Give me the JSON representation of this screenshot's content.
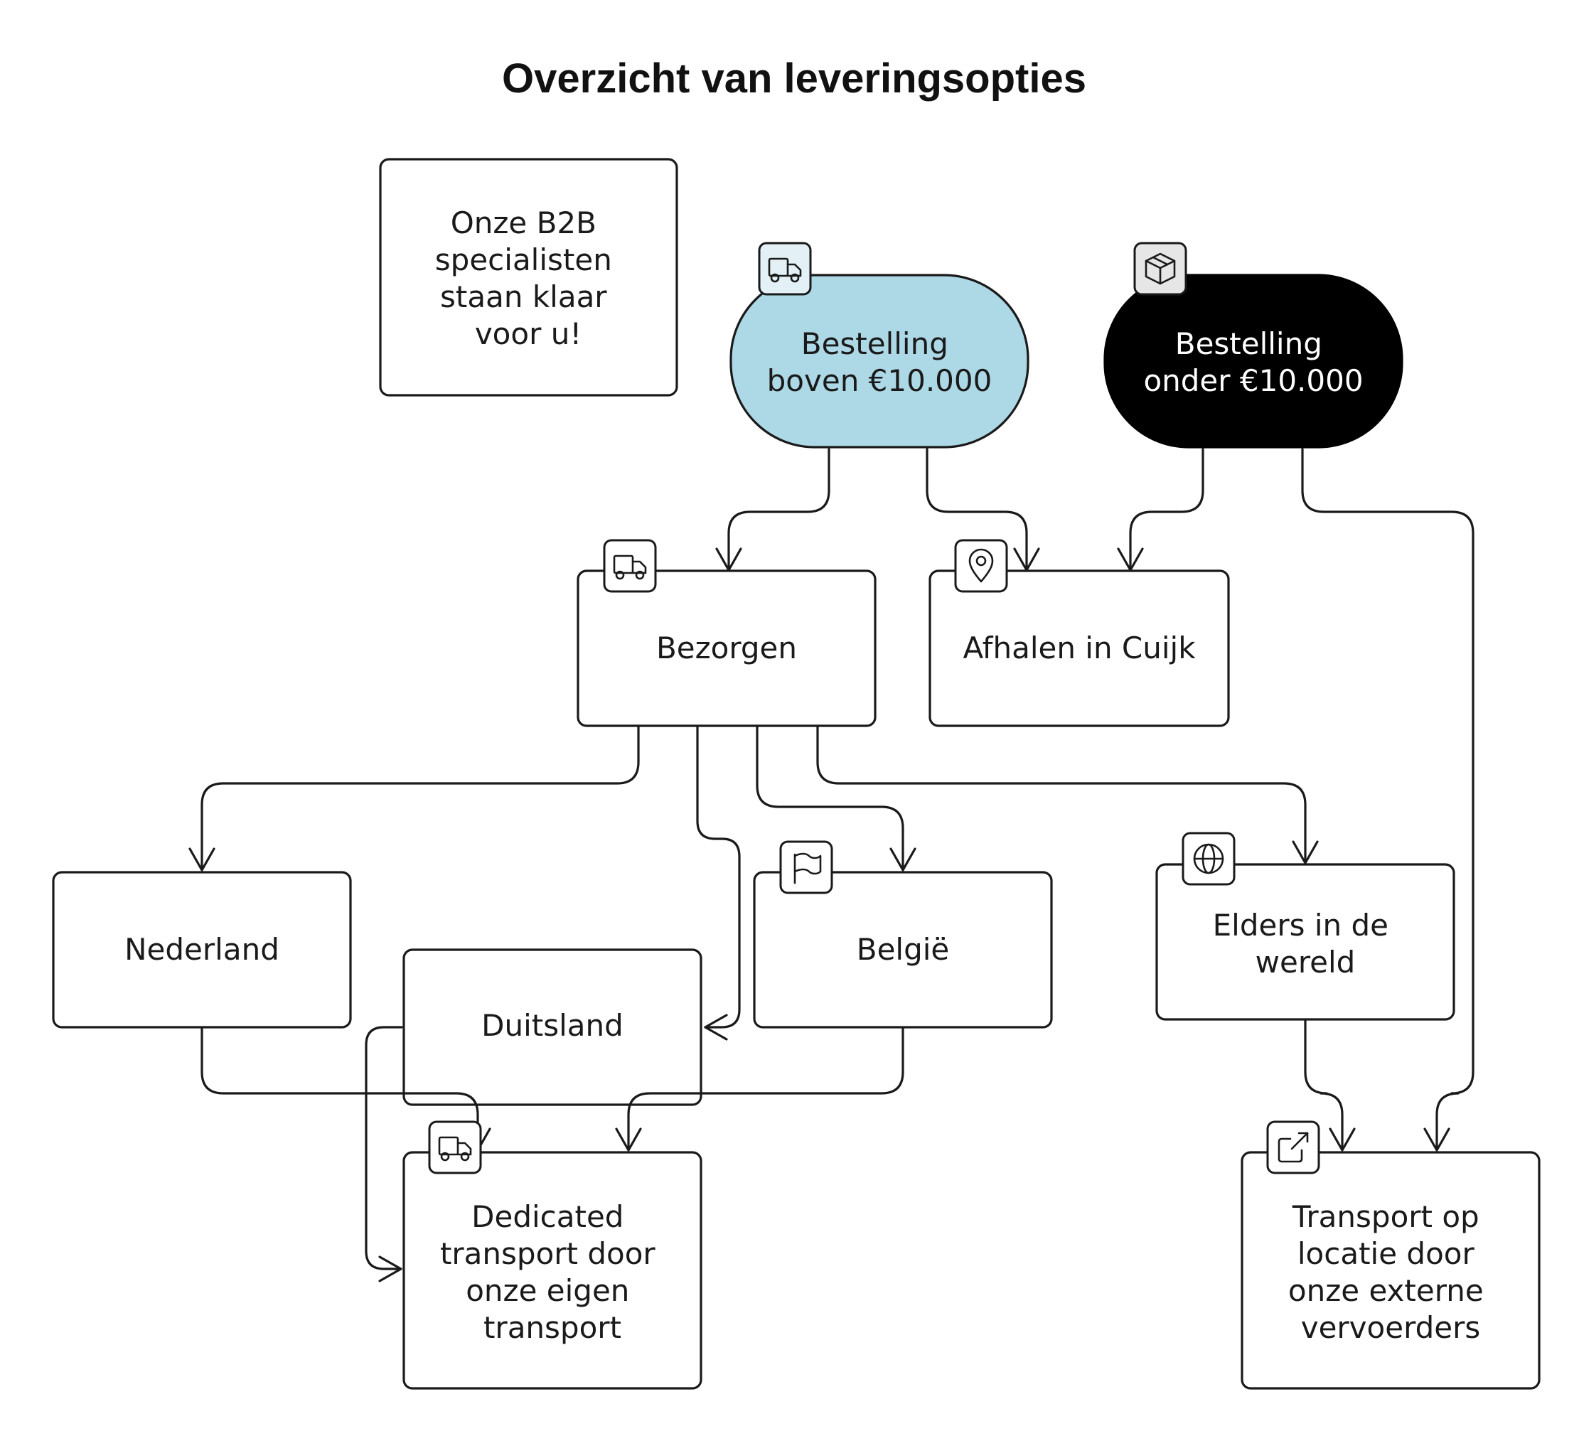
{
  "title": "Overzicht van leveringsopties",
  "colors": {
    "stroke": "#1a1a1a",
    "node_light_blue": "#add8e6",
    "node_black": "#000000",
    "background": "#ffffff"
  },
  "nodes": {
    "note": {
      "lines": [
        "Onze B2B",
        "specialisten",
        "staan klaar",
        "voor u!"
      ]
    },
    "above": {
      "lines": [
        "Bestelling",
        "boven €10.000"
      ],
      "icon": "truck-icon",
      "color": "#add8e6"
    },
    "below": {
      "lines": [
        "Bestelling",
        "onder €10.000"
      ],
      "icon": "package-icon",
      "color": "#000000"
    },
    "bezorgen": {
      "lines": [
        "Bezorgen"
      ],
      "icon": "truck-icon"
    },
    "afhalen": {
      "lines": [
        "Afhalen in Cuijk"
      ],
      "icon": "map-pin-icon"
    },
    "nederland": {
      "lines": [
        "Nederland"
      ]
    },
    "duitsland": {
      "lines": [
        "Duitsland"
      ]
    },
    "belgie": {
      "lines": [
        "België"
      ],
      "icon": "flag-icon"
    },
    "elders": {
      "lines": [
        "Elders in de",
        "wereld"
      ],
      "icon": "globe-icon"
    },
    "dedicated": {
      "lines": [
        "Dedicated",
        "transport door",
        "onze eigen",
        "transport"
      ],
      "icon": "truck-icon"
    },
    "extern": {
      "lines": [
        "Transport op",
        "locatie door",
        "onze externe",
        "vervoerders"
      ],
      "icon": "external-link-icon"
    }
  },
  "edges": [
    {
      "from": "above",
      "to": "bezorgen"
    },
    {
      "from": "above",
      "to": "afhalen"
    },
    {
      "from": "below",
      "to": "afhalen"
    },
    {
      "from": "below",
      "to": "extern"
    },
    {
      "from": "bezorgen",
      "to": "nederland"
    },
    {
      "from": "bezorgen",
      "to": "duitsland"
    },
    {
      "from": "bezorgen",
      "to": "belgie"
    },
    {
      "from": "bezorgen",
      "to": "elders"
    },
    {
      "from": "nederland",
      "to": "dedicated"
    },
    {
      "from": "duitsland",
      "to": "dedicated"
    },
    {
      "from": "belgie",
      "to": "dedicated"
    },
    {
      "from": "elders",
      "to": "extern"
    }
  ]
}
